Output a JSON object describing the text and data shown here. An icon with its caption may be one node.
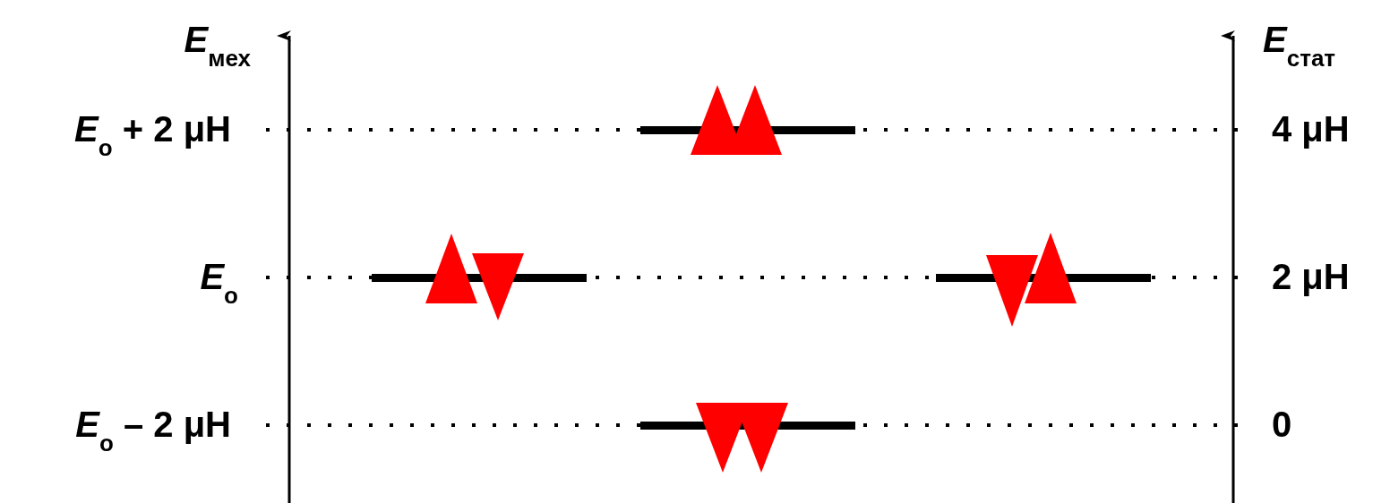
{
  "diagram": {
    "labels": [
      "E$_{мех}$",
      "E$_{стат}$",
      "*E*$_{o}$ + 2 μH",
      "4 μH",
      "*E*$_{o}$",
      "2 μH",
      "*E*$_{o}$ – 2 μH",
      "0"
    ]
  }
}
